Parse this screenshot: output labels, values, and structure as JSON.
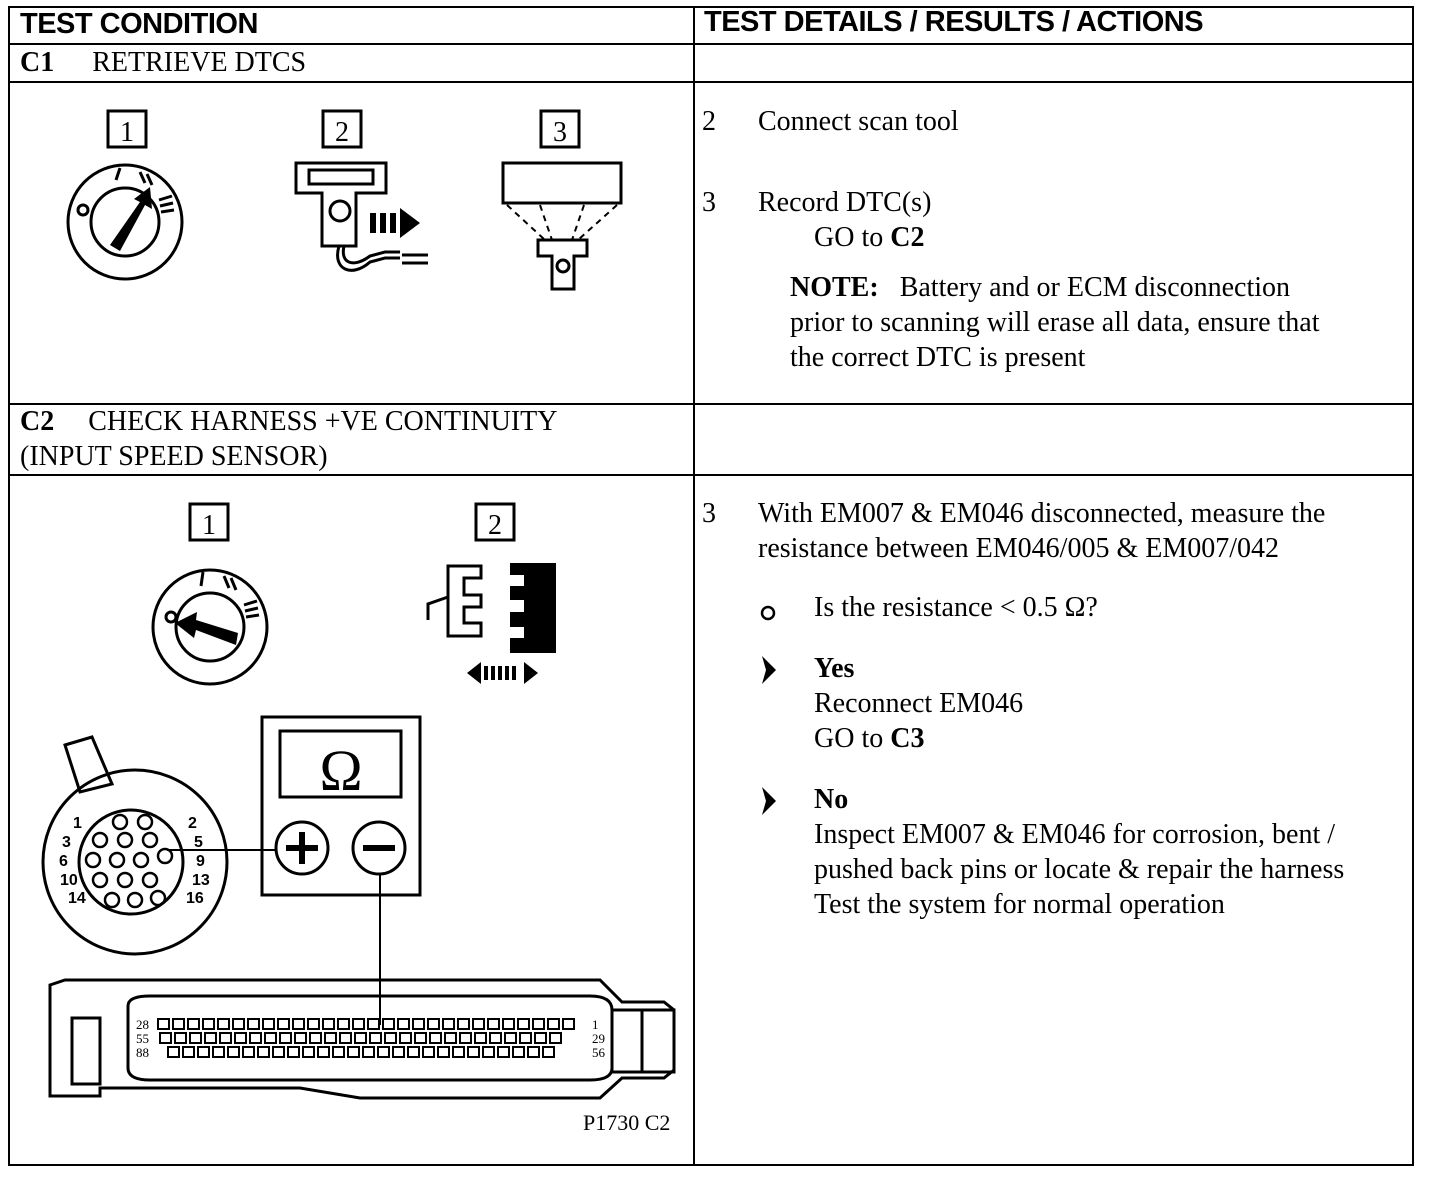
{
  "header": {
    "left": "TEST CONDITION",
    "right": "TEST DETAILS / RESULTS / ACTIONS"
  },
  "c1": {
    "code": "C1",
    "title": "RETRIEVE DTCS",
    "step_labels": [
      "1",
      "2",
      "3"
    ],
    "details": [
      {
        "num": "2",
        "text": "Connect scan tool"
      },
      {
        "num": "3",
        "text": "Record DTC(s)"
      }
    ],
    "goto_prefix": "GO to",
    "goto_target": "C2",
    "note_label": "NOTE:",
    "note_lines": [
      "Battery and or ECM disconnection",
      "prior to scanning will erase all data, ensure that",
      "the correct DTC is present"
    ]
  },
  "c2": {
    "code": "C2",
    "title_line1": "CHECK HARNESS +VE CONTINUITY",
    "title_line2": "(INPUT SPEED SENSOR)",
    "step_labels": [
      "1",
      "2"
    ],
    "meter_symbol": "Ω",
    "meter_plus": "+",
    "meter_minus": "−",
    "round_pins": [
      "1",
      "2",
      "3",
      "5",
      "6",
      "9",
      "10",
      "13",
      "14",
      "16"
    ],
    "ecm_pins": [
      "28",
      "55",
      "88",
      "1",
      "29",
      "56"
    ],
    "figure_ref": "P1730 C2",
    "step_num": "3",
    "step_lines": [
      "With EM007 & EM046 disconnected,  measure the",
      "resistance between EM046/005 & EM007/042"
    ],
    "question": "Is the resistance < 0.5 Ω?",
    "yes_label": "Yes",
    "yes_lines": [
      "Reconnect EM046"
    ],
    "yes_goto_prefix": "GO to",
    "yes_goto_target": "C3",
    "no_label": "No",
    "no_lines": [
      "Inspect EM007 & EM046 for corrosion, bent /",
      "pushed back pins or locate & repair the harness",
      "Test the system for normal operation"
    ]
  }
}
